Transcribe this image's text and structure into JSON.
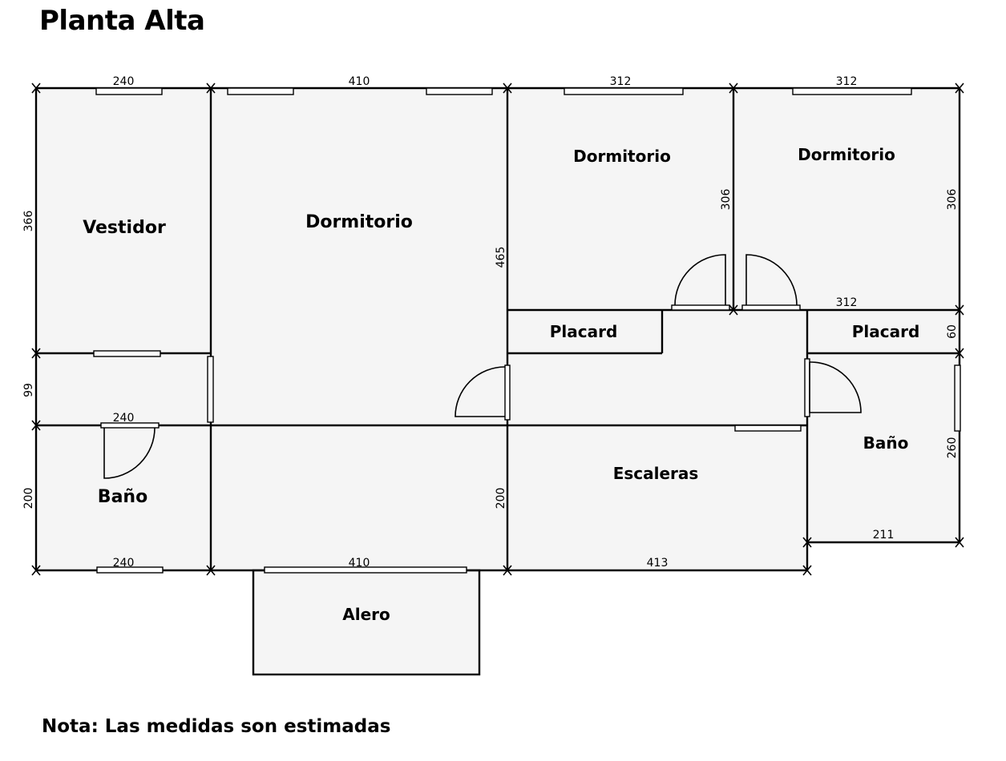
{
  "title": "Planta Alta",
  "note": "Nota: Las medidas son estimadas",
  "rooms": {
    "vestidor": "Vestidor",
    "dormitorio_principal": "Dormitorio",
    "dormitorio_2": "Dormitorio",
    "dormitorio_3": "Dormitorio",
    "placard_1": "Placard",
    "placard_2": "Placard",
    "bano_1": "Baño",
    "bano_2": "Baño",
    "escaleras": "Escaleras",
    "alero": "Alero"
  },
  "dimensions": {
    "top_vestidor": "240",
    "top_dormitorio": "410",
    "top_dorm2": "312",
    "top_dorm3": "312",
    "left_vestidor": "366",
    "left_hall": "99",
    "left_bano": "200",
    "hall_240": "240",
    "bottom_bano": "240",
    "bottom_410": "410",
    "bottom_413": "413",
    "dorm_465": "465",
    "center_200": "200",
    "dorm2_306": "306",
    "dorm3_306": "306",
    "dorm3_bottom_312": "312",
    "placard2_60": "60",
    "bano2_260": "260",
    "bano2_211": "211"
  }
}
